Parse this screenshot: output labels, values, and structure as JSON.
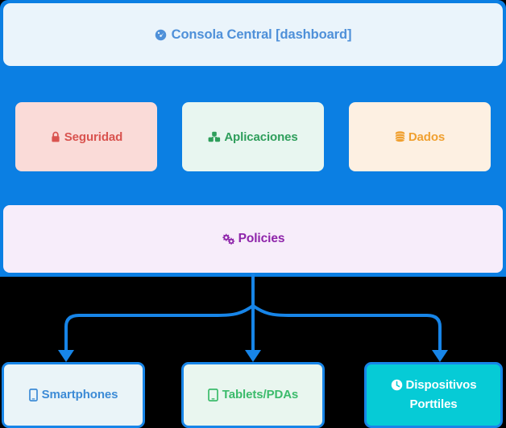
{
  "diagram": {
    "title": "Consola Central [dashboard] architecture tree",
    "colors": {
      "container_blue": "#0B7FE3",
      "connector_blue": "#1785E8",
      "header_bg": "#EAF4FB",
      "header_text": "#4E90D9",
      "security_bg": "#FADBD8",
      "security_text": "#D9534F",
      "apps_bg": "#E8F6F0",
      "apps_text": "#2E9E5B",
      "data_bg": "#FDF0E2",
      "data_text": "#F0A030",
      "policies_bg": "#F7EDFA",
      "policies_text": "#8E24AA",
      "smartphones_bg": "#EAF4F8",
      "smartphones_text": "#3D8BD6",
      "tablets_bg": "#E9F6EF",
      "tablets_text": "#3BBB6B",
      "portables_bg": "#06CBD6",
      "portables_text": "#FFFFFF",
      "page_bg": "#000000"
    }
  },
  "header": {
    "label": "Consola Central [dashboard]",
    "icon": "dashboard-gauge-icon"
  },
  "modules": [
    {
      "id": "seguridad",
      "label": "Seguridad",
      "icon": "lock-icon"
    },
    {
      "id": "aplicaciones",
      "label": "Aplicaciones",
      "icon": "cubes-icon"
    },
    {
      "id": "dados",
      "label": "Dados",
      "icon": "database-icon"
    }
  ],
  "policies": {
    "label": "Policies",
    "icon": "gears-icon"
  },
  "devices": [
    {
      "id": "smartphones",
      "label": "Smartphones",
      "label_line1": "Smartphones",
      "label_line2": "",
      "icon": "mobile-phone-icon"
    },
    {
      "id": "tablets",
      "label": "Tablets/PDAs",
      "label_line1": "Tablets/PDAs",
      "label_line2": "",
      "icon": "tablet-icon"
    },
    {
      "id": "portables",
      "label": "Dispositivos Porttiles",
      "label_line1": "Dispositivos",
      "label_line2": "Porttiles",
      "icon": "clock-icon"
    }
  ]
}
